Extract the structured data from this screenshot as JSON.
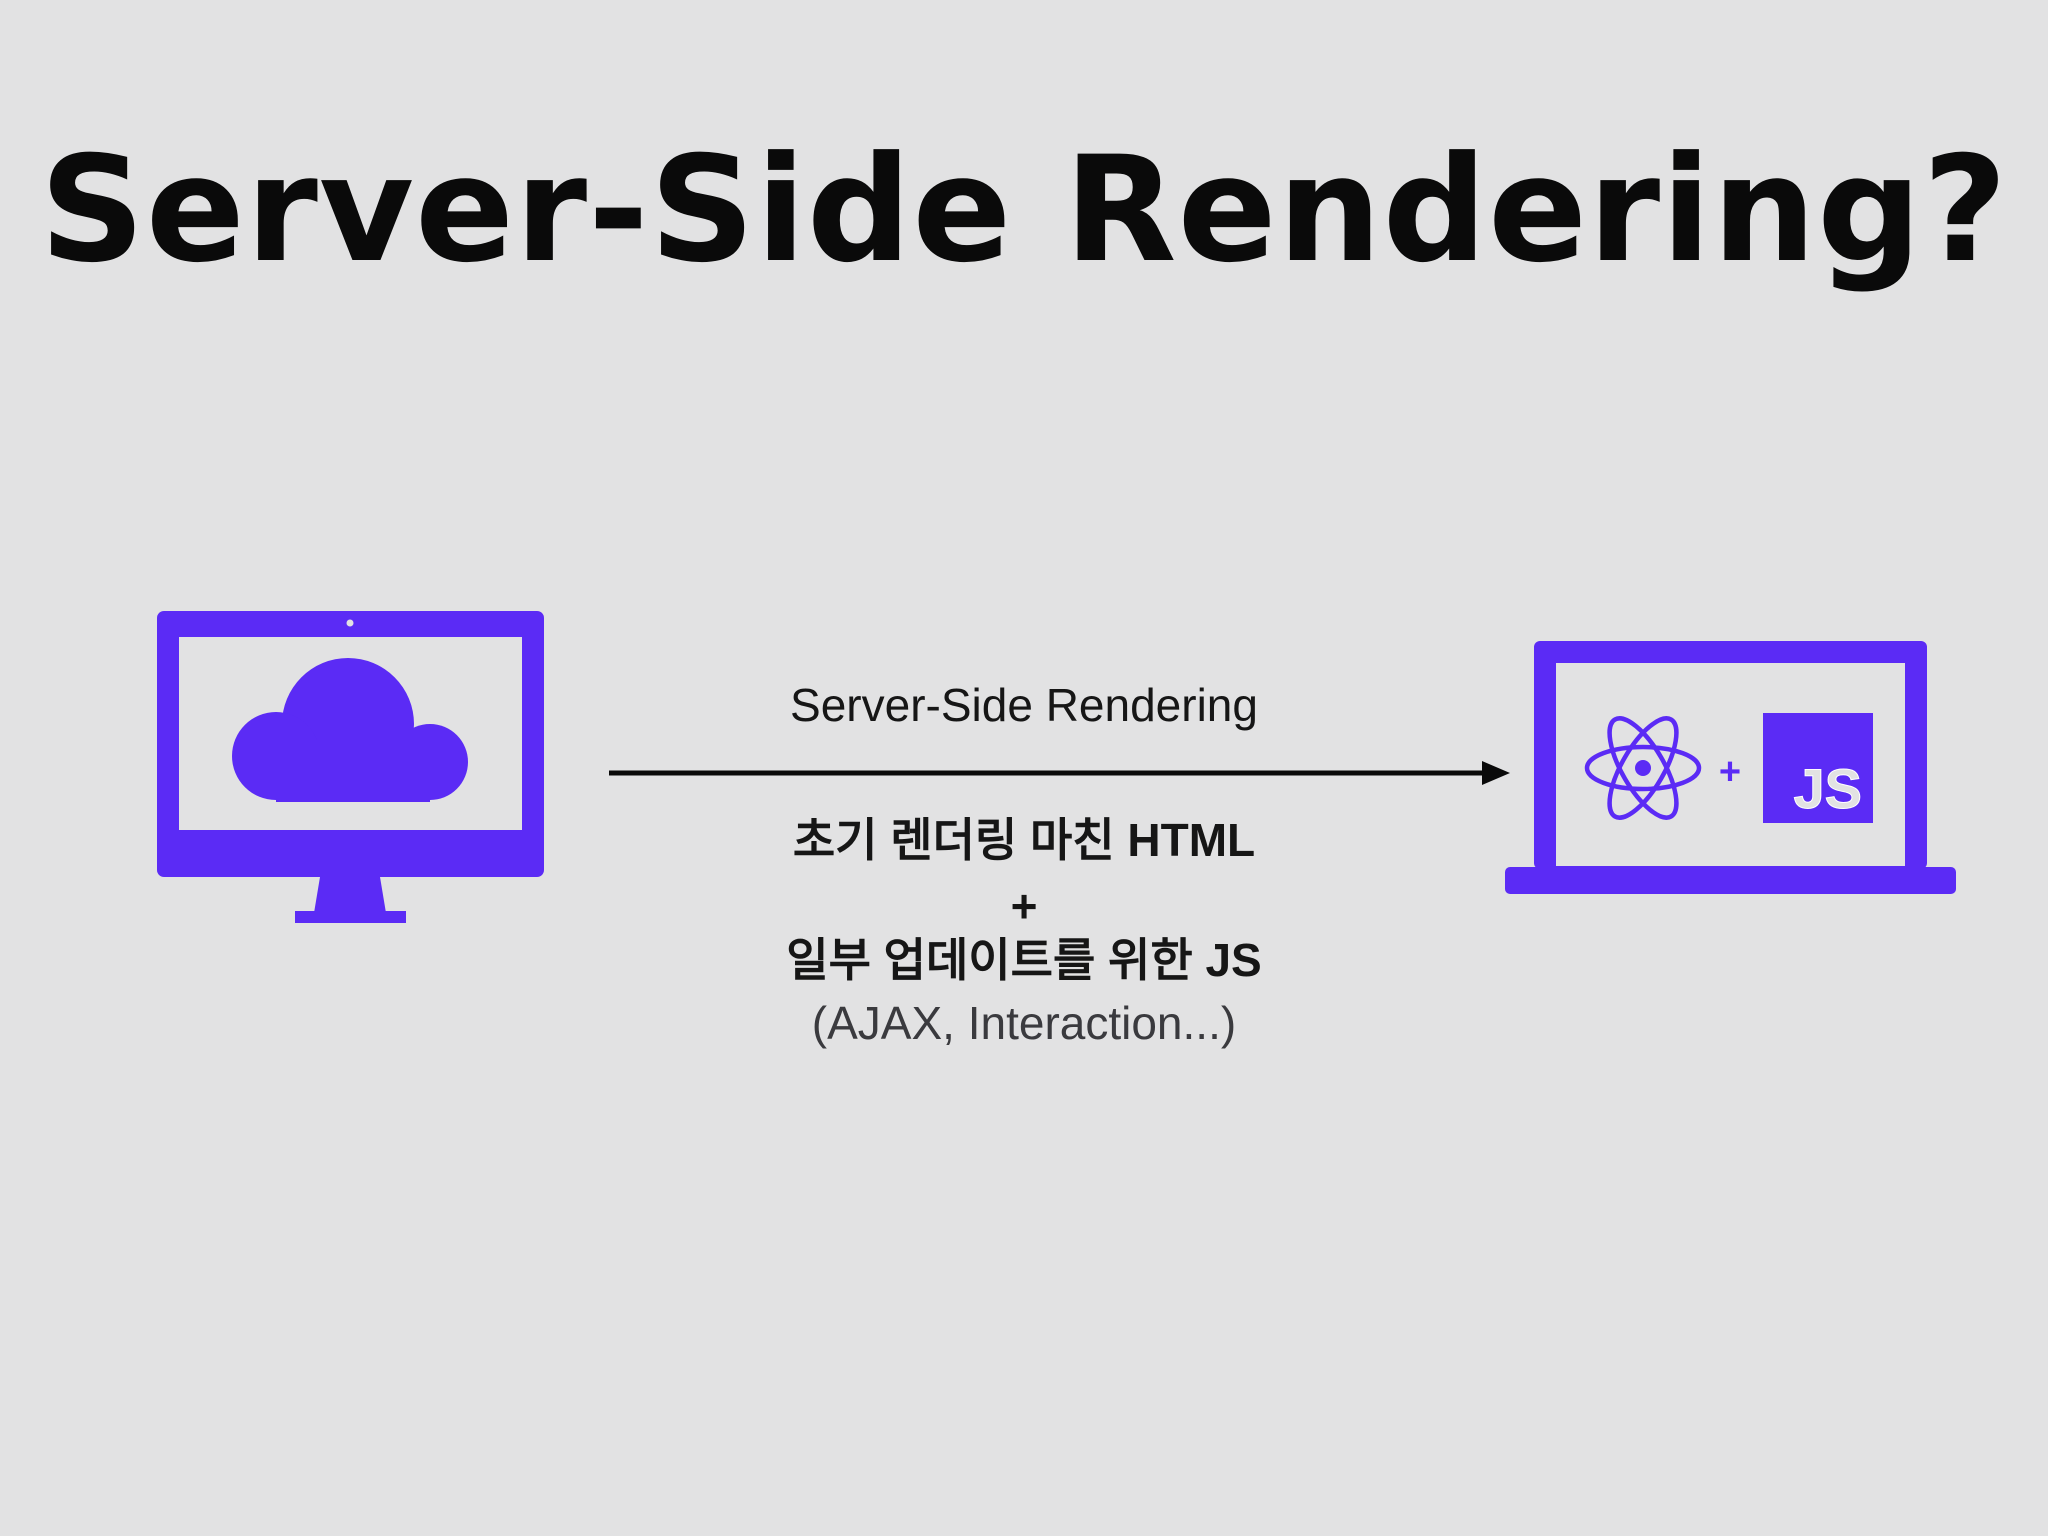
{
  "title": "Server-Side Rendering?",
  "colors": {
    "background": "#e2e2e3",
    "accent": "#5b2bf5",
    "text": "#0a0a0a",
    "muted_text": "#3a3a3e"
  },
  "server": {
    "device": "desktop-monitor",
    "icon": "cloud-icon"
  },
  "client": {
    "device": "laptop",
    "icons": [
      "react-atom-icon",
      "javascript-logo"
    ],
    "plus": "+",
    "js_logo_text": "JS"
  },
  "arrow": {
    "direction": "server-to-client",
    "label": "Server-Side Rendering"
  },
  "payload": {
    "line1": "초기 렌더링 마친 HTML",
    "plus": "+",
    "line2": "일부 업데이트를 위한 JS",
    "note": "(AJAX, Interaction...)"
  }
}
